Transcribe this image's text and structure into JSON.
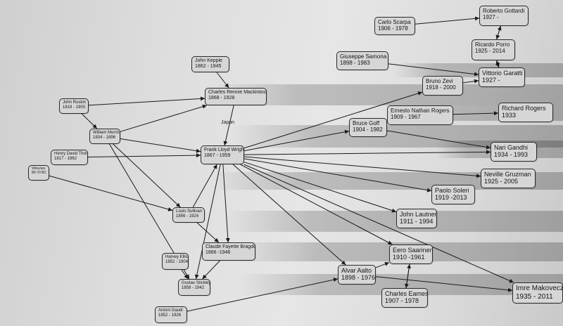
{
  "nodes": [
    {
      "id": "keppie",
      "name": "John Keppie",
      "years": "1862 - 1945"
    },
    {
      "id": "mackintosh",
      "name": "Charles Rennie Mackintosh",
      "years": "1868 - 1928"
    },
    {
      "id": "ruskin",
      "name": "John Ruskin",
      "years": "1819 - 1900"
    },
    {
      "id": "morris",
      "name": "William Morris",
      "years": "1834 - 1896"
    },
    {
      "id": "thoreau",
      "name": "Henry David Thoreau",
      "years": "1817 - 1862"
    },
    {
      "id": "vitruvius",
      "name": "Vitruvius",
      "years": "80-70 BC"
    },
    {
      "id": "wright",
      "name": "Frank Lloyd Wright",
      "years": "1867 - 1959"
    },
    {
      "id": "sullivan",
      "name": "Louis Sullivan",
      "years": "1856 - 1924"
    },
    {
      "id": "bragdon",
      "name": "Claude Fayette Bragdon",
      "years": "1866 -1946"
    },
    {
      "id": "ellis",
      "name": "Harvey Ellis",
      "years": "1852 - 1904"
    },
    {
      "id": "stickley",
      "name": "Gustav Stickley",
      "years": "1858 - 1942"
    },
    {
      "id": "gaudi",
      "name": "Antoni Gaudi",
      "years": "1852 - 1926"
    },
    {
      "id": "scarpa",
      "name": "Carlo Scarpa",
      "years": "1906 - 1978"
    },
    {
      "id": "samona",
      "name": "Giuseppe Samona",
      "years": "1898 - 1983"
    },
    {
      "id": "gottardi",
      "name": "Roberto Gottardi",
      "years": "1927 -"
    },
    {
      "id": "porro",
      "name": "Ricardo Porro",
      "years": "1925 - 2014"
    },
    {
      "id": "garatti",
      "name": "Vittorio Garatti",
      "years": "1927 -"
    },
    {
      "id": "zevi",
      "name": "Bruno Zevi",
      "years": "1918 - 2000"
    },
    {
      "id": "erogers",
      "name": "Ernesto Nathan Rogers",
      "years": "1909 - 1967"
    },
    {
      "id": "rrogers",
      "name": "Richard Rogers",
      "years": "1933"
    },
    {
      "id": "goff",
      "name": "Bruce Goff",
      "years": "1904 - 1982"
    },
    {
      "id": "gandhi",
      "name": "Nari Gandhi",
      "years": "1934 - 1993"
    },
    {
      "id": "gruzman",
      "name": "Neville Gruzman",
      "years": "1925 - 2005"
    },
    {
      "id": "soleri",
      "name": "Paolo Soleri",
      "years": "1919 -2013"
    },
    {
      "id": "lautner",
      "name": "John Lautner",
      "years": "1911 - 1994"
    },
    {
      "id": "saarinen",
      "name": "Eero Saarinen",
      "years": "1910 -1961"
    },
    {
      "id": "aalto",
      "name": "Alvar Aalto",
      "years": "1898 - 1976"
    },
    {
      "id": "eames",
      "name": "Charles Eames",
      "years": "1907 - 1978"
    },
    {
      "id": "makovecz",
      "name": "Imre Makovecz",
      "years": "1935 - 2011"
    }
  ],
  "labels": {
    "japan": "Japan"
  },
  "colors": {
    "ink": "#151515",
    "box": "#d6d6d6",
    "line": "#1a1a1a"
  }
}
